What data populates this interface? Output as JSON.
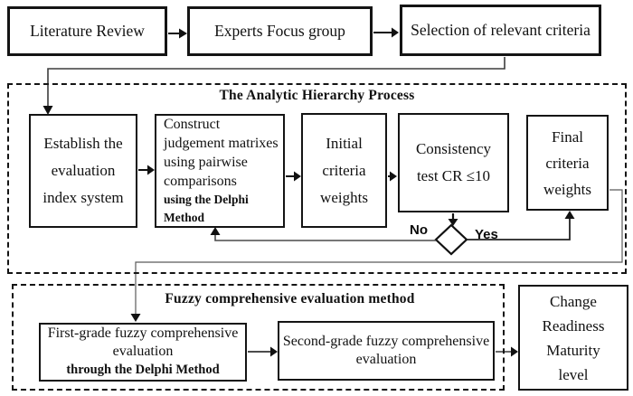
{
  "top": {
    "literature": "Literature Review",
    "experts": "Experts Focus group",
    "selection": "Selection of relevant criteria"
  },
  "ahp": {
    "title": "The Analytic Hierarchy Process",
    "establish": [
      "Establish the",
      "evaluation",
      "index system"
    ],
    "construct": [
      "Construct",
      "judgement matrixes",
      "using pairwise",
      "comparisons"
    ],
    "construct_bold": "using the Delphi Method",
    "initial": [
      "Initial",
      "criteria",
      "weights"
    ],
    "consistency": [
      "Consistency",
      "test CR ≤10"
    ],
    "final": [
      "Final",
      "criteria",
      "weights"
    ],
    "no_label": "No",
    "yes_label": "Yes"
  },
  "fuzzy": {
    "title": "Fuzzy comprehensive evaluation method",
    "first_grade": [
      "First-grade fuzzy comprehensive",
      "evaluation"
    ],
    "first_grade_bold": "through the Delphi Method",
    "second_grade": [
      "Second-grade fuzzy comprehensive",
      "evaluation"
    ]
  },
  "output": {
    "change": [
      "Change",
      "Readiness",
      "Maturity",
      "level"
    ]
  },
  "colors": {
    "line": "#111111",
    "background": "#ffffff"
  }
}
